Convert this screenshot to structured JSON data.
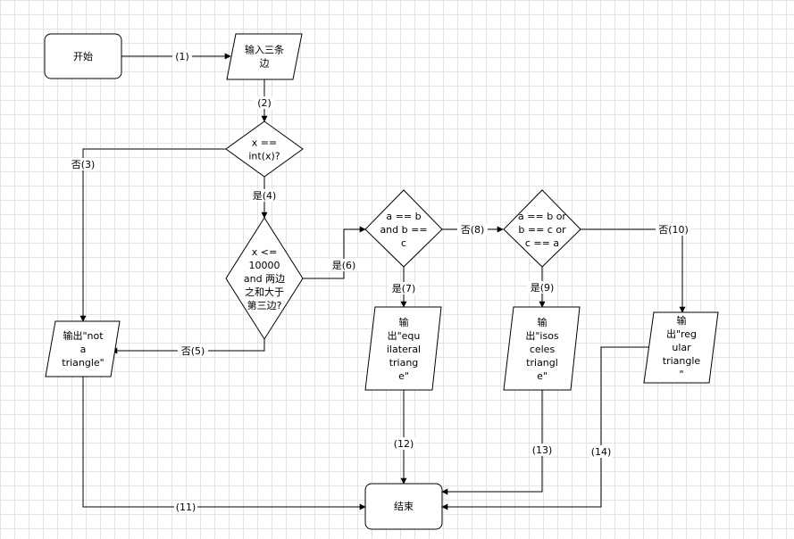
{
  "nodes": {
    "start": [
      "开始"
    ],
    "input": [
      "输入三条",
      "边"
    ],
    "check_int": [
      "x ==",
      "int(x)?"
    ],
    "check_range": [
      "x <=",
      "10000",
      "and 两边",
      "之和大于",
      "第三边?"
    ],
    "check_equilateral": [
      "a == b",
      "and b ==",
      "c"
    ],
    "check_isosceles": [
      "a == b or",
      "b == c or",
      "c == a"
    ],
    "out_not_triangle": [
      "输出\"not",
      "a",
      "triangle\""
    ],
    "out_equilateral": [
      "输",
      "出\"equ",
      "ilateral",
      "triang",
      "e\""
    ],
    "out_isosceles": [
      "输",
      "出\"isos",
      "celes",
      "triangl",
      "e\""
    ],
    "out_regular": [
      "输",
      "出\"reg",
      "ular",
      "triangle",
      "\""
    ],
    "end": [
      "结束"
    ]
  },
  "edges": {
    "e1": "(1)",
    "e2": "(2)",
    "e3": "否(3)",
    "e4": "是(4)",
    "e5": "否(5)",
    "e6": "是(6)",
    "e7": "是(7)",
    "e8": "否(8)",
    "e9": "是(9)",
    "e10": "否(10)",
    "e11": "(11)",
    "e12": "(12)",
    "e13": "(13)",
    "e14": "(14)"
  }
}
